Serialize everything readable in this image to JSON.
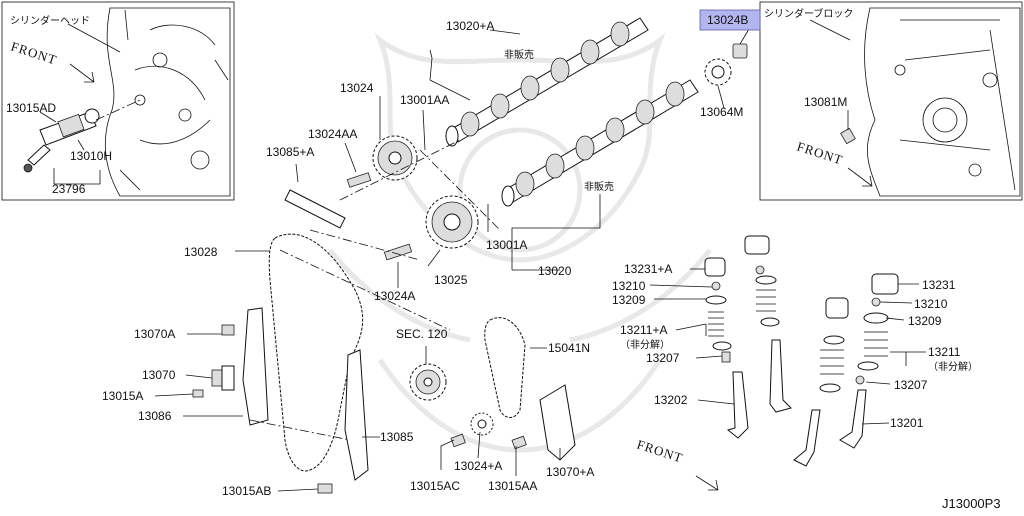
{
  "labels": {
    "cyl_head": "シリンダーヘッド",
    "front_top_left": "FRONT",
    "p13015AD": "13015AD",
    "p13010H": "13010H",
    "p23796": "23796",
    "p13020A": "13020+A",
    "not_sold_1": "非販売",
    "p13024": "13024",
    "p13001AA": "13001AA",
    "p13024AA": "13024AA",
    "p13085A": "13085+A",
    "p13024B": "13024B",
    "cyl_block": "シリンダーブロック",
    "p13064M": "13064M",
    "p13081M": "13081M",
    "front_top_right": "FRONT",
    "not_sold_2": "非販売",
    "p13028": "13028",
    "p13001A": "13001A",
    "p13025": "13025",
    "p13020": "13020",
    "p13024A": "13024A",
    "p13231A": "13231+A",
    "p13210_left": "13210",
    "p13209_left": "13209",
    "p13231": "13231",
    "p13210_right": "13210",
    "p13209_right": "13209",
    "p13070A": "13070A",
    "sec120": "SEC. 120",
    "p15041N": "15041N",
    "p13211A": "13211+A",
    "p13211A_note": "（非分解）",
    "p13207_left": "13207",
    "p13211": "13211",
    "p13211_note": "（非分解）",
    "p13070": "13070",
    "p13207_right": "13207",
    "p13015A": "13015A",
    "p13202": "13202",
    "p13086": "13086",
    "p13201": "13201",
    "p13085": "13085",
    "p13024A_plus": "13024+A",
    "p13070A_plus": "13070+A",
    "front_bottom": "FRONT",
    "p13015AB": "13015AB",
    "p13015AC": "13015AC",
    "p13015AA": "13015AA",
    "diagram_id": "J13000P3"
  },
  "highlight_color": "#b3b6ee"
}
